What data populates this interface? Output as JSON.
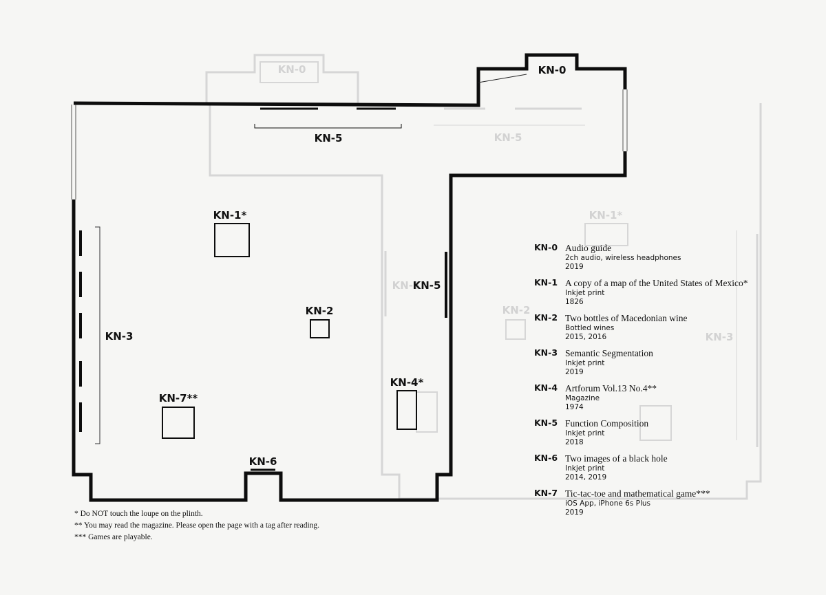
{
  "rooms": {
    "kn0": "KN-0",
    "kn1": "KN-1*",
    "kn2": "KN-2",
    "kn3": "KN-3",
    "kn4": "KN-4*",
    "kn5_top": "KN-5",
    "kn5_side": "KN-5",
    "kn6": "KN-6",
    "kn7": "KN-7**"
  },
  "legend": [
    {
      "code": "KN-0",
      "title": "Audio guide",
      "meta1": "2ch audio, wireless headphones",
      "meta2": "2019"
    },
    {
      "code": "KN-1",
      "title": "A copy of a map of the United States of Mexico*",
      "meta1": "Inkjet print",
      "meta2": "1826"
    },
    {
      "code": "KN-2",
      "title": "Two bottles of Macedonian wine",
      "meta1": "Bottled wines",
      "meta2": "2015, 2016"
    },
    {
      "code": "KN-3",
      "title": "Semantic Segmentation",
      "meta1": "Inkjet print",
      "meta2": "2019"
    },
    {
      "code": "KN-4",
      "title": "Artforum Vol.13 No.4**",
      "meta1": "Magazine",
      "meta2": "1974"
    },
    {
      "code": "KN-5",
      "title": "Function Composition",
      "meta1": "Inkjet print",
      "meta2": "2018"
    },
    {
      "code": "KN-6",
      "title": "Two images of a black hole",
      "meta1": "Inkjet print",
      "meta2": "2014, 2019"
    },
    {
      "code": "KN-7",
      "title": "Tic-tac-toe and mathematical game***",
      "meta1": "iOS App, iPhone 6s Plus",
      "meta2": "2019"
    }
  ],
  "notes": [
    "* Do NOT touch the loupe on the plinth.",
    "** You may read the magazine. Please open the page with a tag after reading.",
    "*** Games are playable."
  ],
  "ghost": {
    "kn0": "KN-0",
    "kn1": "KN-1*",
    "kn2": "KN-2",
    "kn3": "KN-3",
    "kn5a": "KN-5",
    "kn5b": "KN-5"
  },
  "colors": {
    "wall": "#0d0d0d",
    "ghost": "#d4d4d4",
    "paper": "#f6f6f4"
  }
}
